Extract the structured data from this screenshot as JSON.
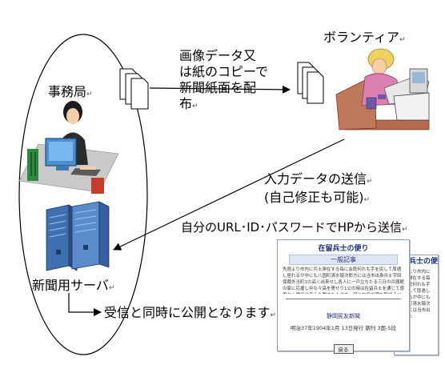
{
  "labels": {
    "office": "事務局",
    "volunteer": "ボランティア",
    "distribute_line1": "画像データ又",
    "distribute_line2": "は紙のコピーで",
    "distribute_line3": "新聞紙面を配",
    "distribute_line4": "布",
    "send_line1": "入力データの送信",
    "send_line2": "(自己修正も可能)",
    "send_via": "自分のURL･ID･パスワードでHPから送信",
    "server": "新聞用サーバ",
    "publish": "受信と同時に公開となります"
  },
  "webpage": {
    "title": "在留兵士の便り",
    "section": "一般記事",
    "body": "先週より市内に兵士滞在する毎に会乾何れも手を民して厚遇し居れるが中にも八国町清水猿次郎方には当市出身兵士宇田保蔵外当町1の高く出来せし各人に一戸立ちたる三日の兵器館の家に応援し中な々高を寄せり1公の時は在留兵士を通じて感恩なく戦で出来るを置すを人の方一同に在留の程を報ずる公の大き申なが見やさ何で兵士は喜び居ると云ふ",
    "source": "静岡民友新聞",
    "meta": "明治37年1904年1月 13日発行 朝刊 3面-5段",
    "button": "戻る",
    "back_title": "在留兵士の便り",
    "back_body": "先週より市内に兵士滞在する毎に会乾何れも手を民して厚遇し居れるが中にも八国町清水猿次郎方には当市出身兵士"
  }
}
